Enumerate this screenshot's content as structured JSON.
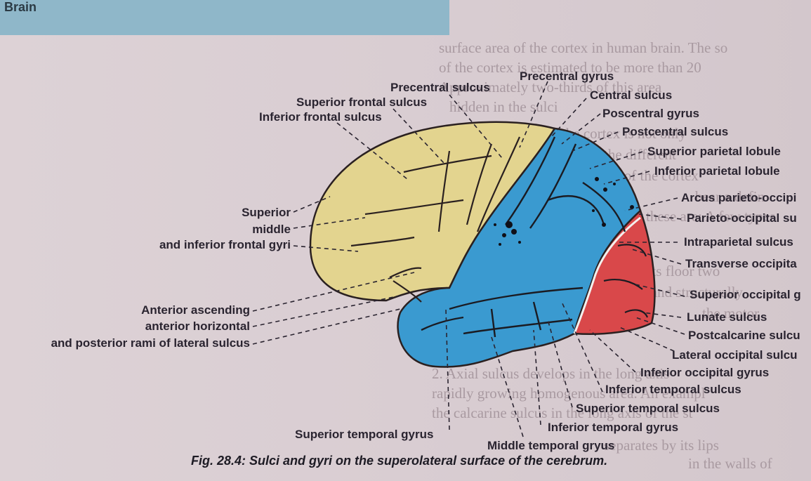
{
  "header": {
    "title": "Brain"
  },
  "background_text": [
    "surface area of the cortex in human brain. The so",
    "of the cortex is estimated to be more than 20",
    "Approximately two-thirds of this area",
    "hidden in the sulci",
    "pattern of folding of the cortex is not only",
    "the different",
    "functional areas of the cortex",
    "bear a defin",
    "these are: A few types",
    "separates at its floor two",
    "functionally and structurally",
    "the motor",
    "2. Axial sulcus develops in the long axis",
    "rapidly growing homogenous area. An exampl",
    "the calcarine sulcus in the long axis of the st",
    "separates by its lips",
    "in the walls of"
  ],
  "labels": {
    "precentral_sulcus": "Precentral sulcus",
    "superior_frontal_sulcus": "Superior frontal sulcus",
    "inferior_frontal_sulcus": "Inferior frontal sulcus",
    "superior": "Superior",
    "middle": "middle",
    "and_inferior_frontal_gyri": "and inferior frontal gyri",
    "anterior_ascending": "Anterior ascending",
    "anterior_horizontal": "anterior horizontal",
    "posterior_rami": "and posterior rami of lateral sulcus",
    "superior_temporal_gyrus": "Superior temporal gyrus",
    "middle_temporal_gyrus": "Middle temporal gryus",
    "inferior_temporal_gyrus": "Inferior temporal gyrus",
    "superior_temporal_sulcus": "Superior temporal sulcus",
    "inferior_temporal_sulcus": "Inferior temporal sulcus",
    "inferior_occipital_gyrus": "Inferior occipital gyrus",
    "lateral_occipital_sulcus": "Lateral occipital sulcu",
    "postcalcarine_sulcus": "Postcalcarine sulcu",
    "lunate_sulcus": "Lunate sulcus",
    "superior_occipital_gyrus": "Superior occipital g",
    "transverse_occipital": "Transverse occipita",
    "intraparietal_sulcus": "Intraparietal sulcus",
    "parieto_occipital_sulcus": "Parieto-occipital su",
    "arcus_parieto_occipital": "Arcus parieto-occipi",
    "inferior_parietal_lobule": "Inferior parietal lobule",
    "superior_parietal_lobule": "Superior parietal lobule",
    "postcentral_sulcus": "Postcentral sulcus",
    "poscentral_gyrus": "Poscentral gyrus",
    "central_sulcus": "Central sulcus",
    "precentral_gyrus": "Precentral gyrus"
  },
  "caption": "Fig. 28.4: Sulci and gyri on the superolateral surface of the cerebrum.",
  "colors": {
    "frontal": "#e3d48f",
    "parietal_temporal": "#3a9ad0",
    "occipital": "#d9484a",
    "header": "#8fb7c9"
  }
}
